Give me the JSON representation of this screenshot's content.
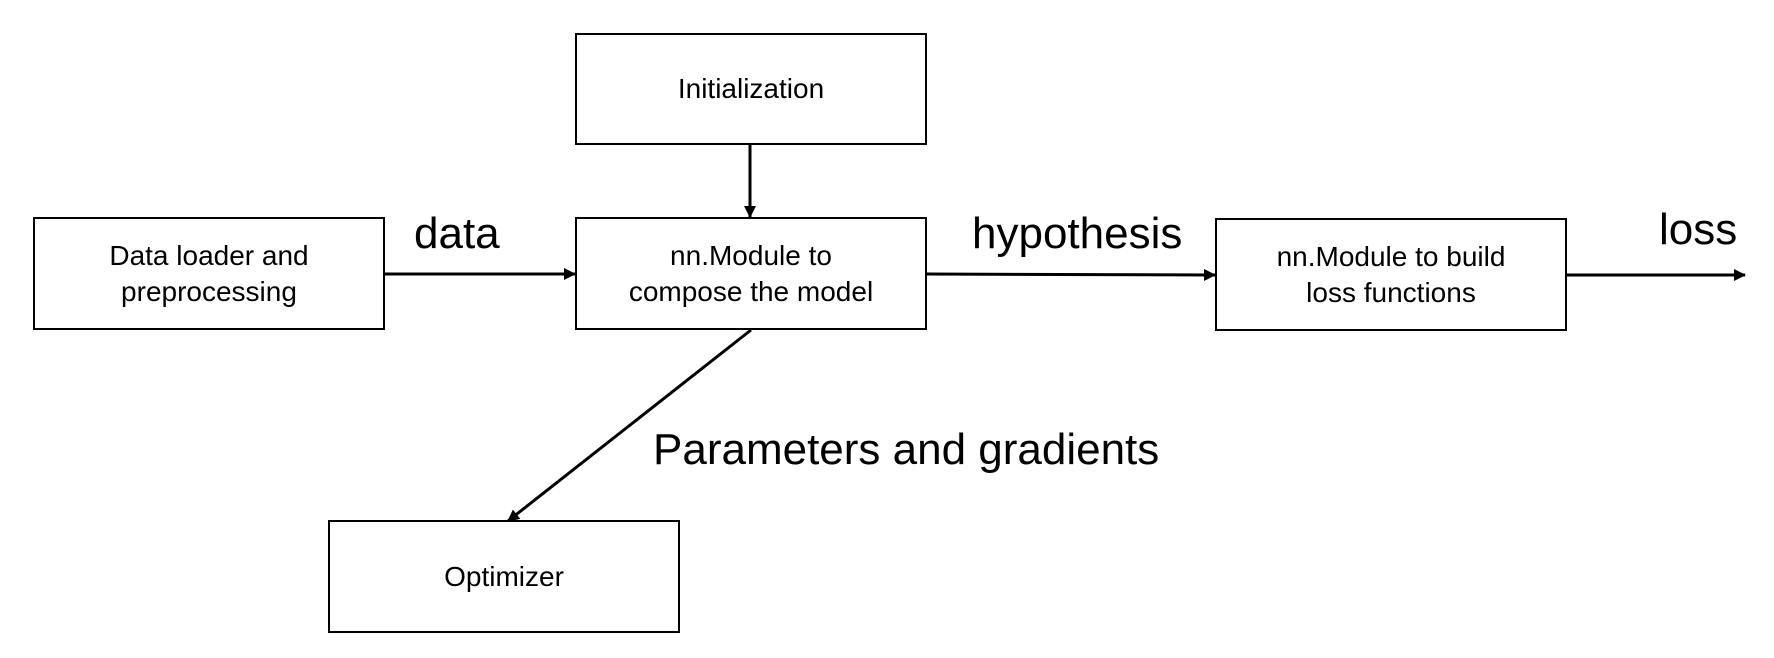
{
  "nodes": {
    "initialization": {
      "lines": [
        "Initialization"
      ]
    },
    "data_loader": {
      "lines": [
        "Data loader and",
        "preprocessing"
      ]
    },
    "model": {
      "lines": [
        "nn.Module to",
        "compose the model"
      ]
    },
    "loss_module": {
      "lines": [
        "nn.Module to build",
        "loss functions"
      ]
    },
    "optimizer": {
      "lines": [
        "Optimizer"
      ]
    }
  },
  "edges": {
    "data": "data",
    "hypothesis": "hypothesis",
    "loss": "loss",
    "params": "Parameters and gradients"
  }
}
